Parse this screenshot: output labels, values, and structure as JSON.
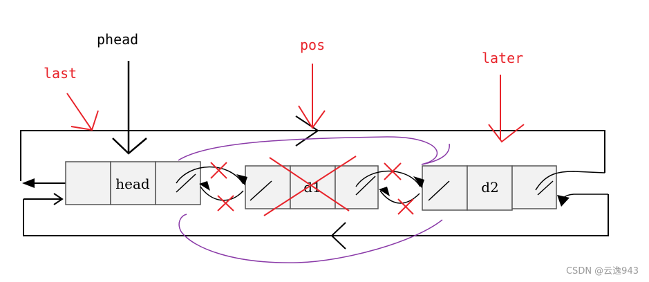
{
  "labels": {
    "last": "last",
    "phead": "phead",
    "pos": "pos",
    "later": "later"
  },
  "nodes": {
    "head": "head",
    "d1": "d1",
    "d2": "d2"
  },
  "watermark": "CSDN @云逸943",
  "colors": {
    "ink": "#000000",
    "red": "#e8242b",
    "purple": "#8a3aa8",
    "box_fill": "#f2f2f2",
    "box_border": "#555555",
    "watermark": "#9a9a9a"
  }
}
